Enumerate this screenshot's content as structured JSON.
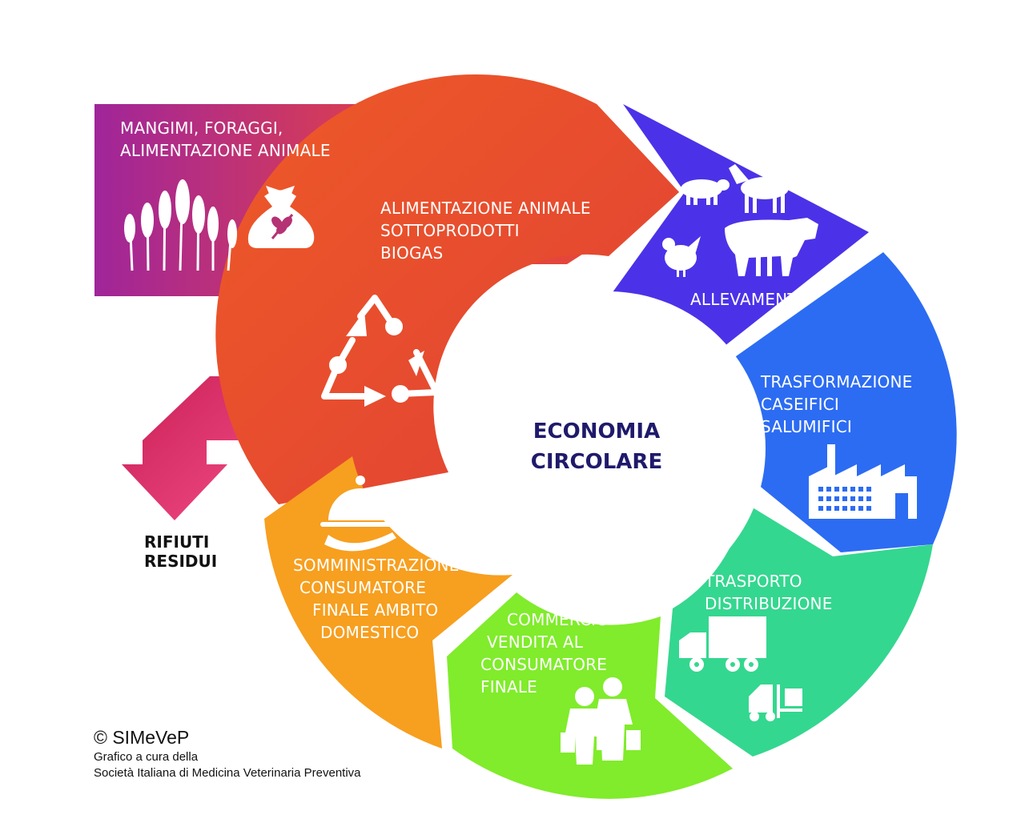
{
  "center": {
    "line1": "ECONOMIA",
    "line2": "CIRCOLARE"
  },
  "segments": [
    {
      "id": "mangimi",
      "lines": [
        "MANGIMI, FORAGGI,",
        "ALIMENTAZIONE ANIMALE"
      ],
      "color": "#a62a9b"
    },
    {
      "id": "sottoprodotti",
      "lines": [
        "ALIMENTAZIONE ANIMALE",
        "SOTTOPRODOTTI",
        "BIOGAS"
      ],
      "color": "#e8472f"
    },
    {
      "id": "allevamento",
      "lines": [
        "ALLEVAMENTO"
      ],
      "color": "#4a33e6"
    },
    {
      "id": "trasformazione",
      "lines": [
        "TRASFORMAZIONE",
        "CASEIFICI",
        "SALUMIFICI"
      ],
      "color": "#2d6ef2"
    },
    {
      "id": "trasporto",
      "lines": [
        "TRASPORTO",
        "DISTRIBUZIONE"
      ],
      "color": "#35d88e"
    },
    {
      "id": "commercio",
      "lines": [
        "COMMERCIO",
        "VENDITA AL",
        "CONSUMATORE",
        "FINALE"
      ],
      "color": "#82ed2a"
    },
    {
      "id": "somministrazione",
      "lines": [
        "SOMMINISTRAZIONE",
        "CONSUMATORE",
        "FINALE AMBITO",
        "DOMESTICO"
      ],
      "color": "#f7a020"
    }
  ],
  "waste": {
    "line1": "RIFIUTI",
    "line2": "RESIDUI",
    "color": "#f03a78"
  },
  "credit": {
    "line1": "© SIMeVeP",
    "line2": "Grafico a cura della",
    "line3": "Società Italiana di Medicina Veterinaria Preventiva"
  },
  "icons": [
    "wheat-icon",
    "grain-sack-icon",
    "recycle-icon",
    "pig-icon",
    "goat-icon",
    "hen-icon",
    "cow-icon",
    "factory-icon",
    "truck-icon",
    "forklift-icon",
    "shoppers-icon",
    "cloche-icon"
  ]
}
